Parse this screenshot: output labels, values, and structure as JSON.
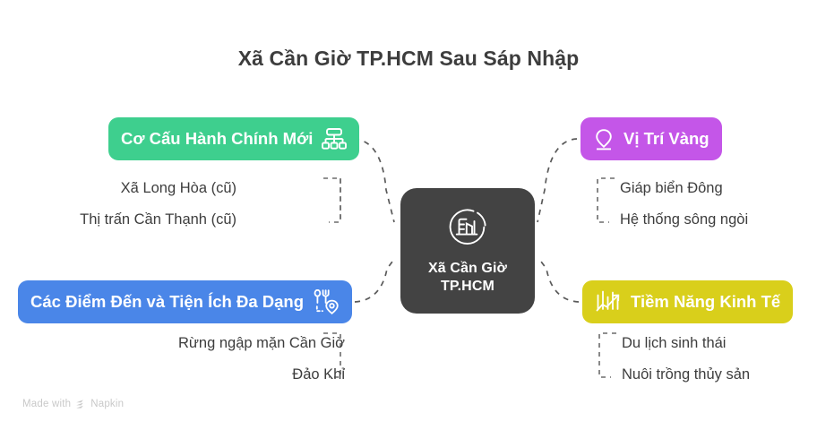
{
  "page": {
    "title": "Xã Cần Giờ TP.HCM Sau Sáp Nhập",
    "background_color": "#ffffff"
  },
  "center": {
    "label_line1": "Xã Cần Giờ",
    "label_line2": "TP.HCM",
    "icon": "city-circle-icon",
    "color": "#434343"
  },
  "branches": [
    {
      "id": "admin",
      "label": "Cơ Cấu Hành Chính Mới",
      "icon": "org-chart-icon",
      "icon_position": "right",
      "color": "#3ECF8E",
      "position": "top-left",
      "items": [
        {
          "label": "Xã Long Hòa (cũ)"
        },
        {
          "label": "Thị trấn Cần Thạnh (cũ)"
        }
      ]
    },
    {
      "id": "location",
      "label": "Vị Trí Vàng",
      "icon": "location-pin-icon",
      "icon_position": "left",
      "color": "#C456E8",
      "position": "top-right",
      "items": [
        {
          "label": "Giáp biển Đông"
        },
        {
          "label": "Hệ thống sông ngòi"
        }
      ]
    },
    {
      "id": "places",
      "label": "Các Điểm Đến và Tiện Ích Đa Dạng",
      "icon": "dining-location-icon",
      "icon_position": "right",
      "color": "#4A86E8",
      "position": "bottom-left",
      "items": [
        {
          "label": "Rừng ngập mặn Cần Giờ"
        },
        {
          "label": "Đảo Khỉ"
        }
      ]
    },
    {
      "id": "economy",
      "label": "Tiềm Năng Kinh Tế",
      "icon": "growth-chart-icon",
      "icon_position": "left",
      "color": "#D9CF1B",
      "position": "bottom-right",
      "items": [
        {
          "label": "Du lịch sinh thái"
        },
        {
          "label": "Nuôi trồng thủy sản"
        }
      ]
    }
  ],
  "watermark": {
    "prefix": "Made with",
    "brand": "Napkin",
    "icon": "napkin-logo-icon"
  }
}
